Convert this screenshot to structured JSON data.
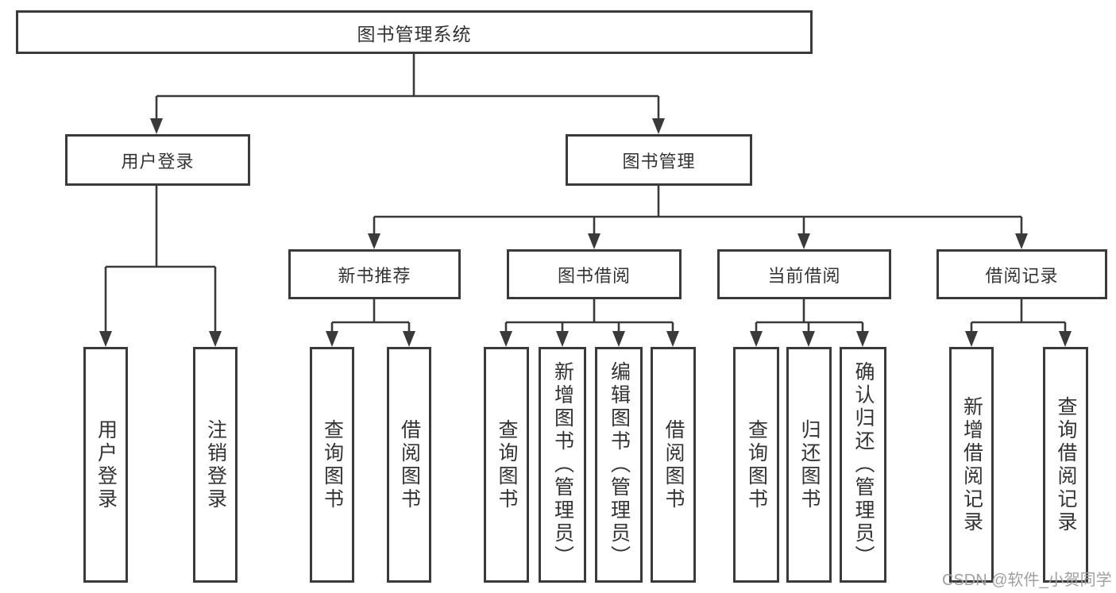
{
  "diagram_type": "hierarchy-tree",
  "title": "图书管理系统",
  "level2": [
    {
      "label": "用户登录"
    },
    {
      "label": "图书管理"
    }
  ],
  "level3": [
    {
      "label": "新书推荐",
      "parent": "图书管理"
    },
    {
      "label": "图书借阅",
      "parent": "图书管理"
    },
    {
      "label": "当前借阅",
      "parent": "图书管理"
    },
    {
      "label": "借阅记录",
      "parent": "图书管理"
    }
  ],
  "leaves": [
    {
      "label": "用户登录",
      "parent": "用户登录"
    },
    {
      "label": "注销登录",
      "parent": "用户登录"
    },
    {
      "label": "查询图书",
      "parent": "新书推荐"
    },
    {
      "label": "借阅图书",
      "parent": "新书推荐"
    },
    {
      "label": "查询图书",
      "parent": "图书借阅"
    },
    {
      "label": "新增图书（管理员）",
      "parent": "图书借阅"
    },
    {
      "label": "编辑图书（管理员）",
      "parent": "图书借阅"
    },
    {
      "label": "借阅图书",
      "parent": "图书借阅"
    },
    {
      "label": "查询图书",
      "parent": "当前借阅"
    },
    {
      "label": "归还图书",
      "parent": "当前借阅"
    },
    {
      "label": "确认归还（管理员）",
      "parent": "当前借阅"
    },
    {
      "label": "新增借阅记录",
      "parent": "借阅记录"
    },
    {
      "label": "查询借阅记录",
      "parent": "借阅记录"
    }
  ],
  "watermark": "CSDN @软件_小贺同学",
  "colors": {
    "line": "#3a3a3a",
    "text": "#333333",
    "watermark": "#a0a0a0",
    "background": "#ffffff"
  }
}
